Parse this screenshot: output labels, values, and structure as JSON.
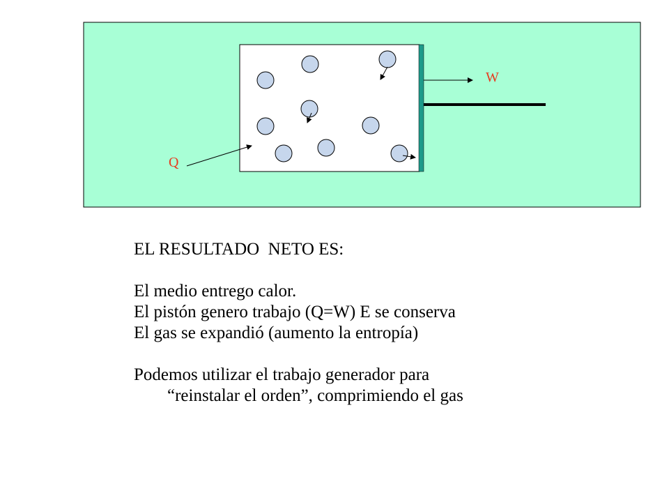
{
  "diagram": {
    "q_label": "Q",
    "w_label": "W",
    "colors": {
      "background": "#a8ffd6",
      "piston": "#1e9a8a",
      "molecule": "#c6d6ec",
      "label": "#e83a1e"
    }
  },
  "text": {
    "heading": "EL RESULTADO  NETO ES:",
    "line1": "El medio entrego calor.",
    "line2": "El pistón genero trabajo (Q=W) E se conserva",
    "line3": "El gas se expandió (aumento la entropía)",
    "line4": "Podemos utilizar el trabajo generador para",
    "line5": "“reinstalar el orden”, comprimiendo el gas"
  }
}
